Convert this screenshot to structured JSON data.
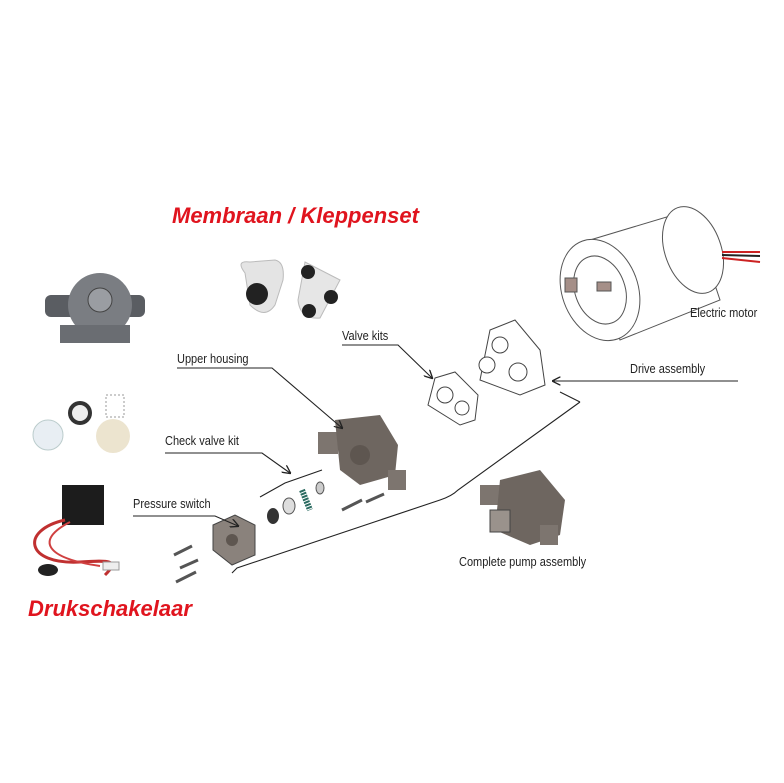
{
  "titles": {
    "membrane_valve_set": "Membraan / Kleppenset",
    "pressure_switch_nl": "Drukschakelaar"
  },
  "labels": {
    "upper_housing": "Upper housing",
    "valve_kits": "Valve kits",
    "electric_motor": "Electric motor",
    "drive_assembly": "Drive assembly",
    "check_valve_kit": "Check valve kit",
    "pressure_switch": "Pressure switch",
    "complete_pump_assembly": "Complete pump assembly"
  },
  "colors": {
    "title_red": "#e0141e",
    "part_gray": "#6e6660",
    "line": "#222222"
  }
}
